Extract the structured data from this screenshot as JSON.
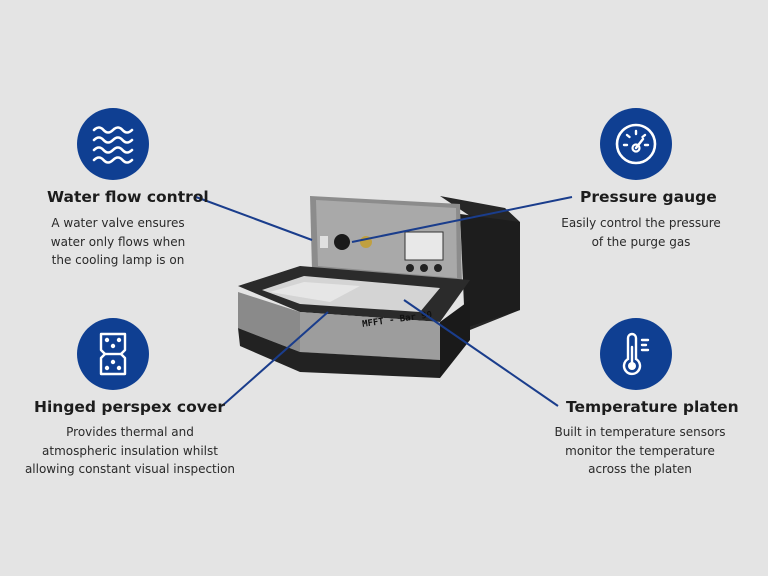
{
  "features": [
    {
      "title": "Water flow control",
      "lines": [
        "A water valve ensures",
        "water only flows when",
        "the cooling lamp is on"
      ],
      "icon": "water-waves-icon"
    },
    {
      "title": "Pressure gauge",
      "lines": [
        "Easily control the pressure",
        "of the purge gas"
      ],
      "icon": "gauge-icon"
    },
    {
      "title": "Hinged perspex cover",
      "lines": [
        "Provides thermal and",
        "atmospheric insulation whilst",
        "allowing constant visual inspection"
      ],
      "icon": "hinge-icon"
    },
    {
      "title": "Temperature platen",
      "lines": [
        "Built in temperature sensors",
        "monitor the temperature",
        "across the platen"
      ],
      "icon": "thermometer-icon"
    }
  ],
  "machine": {
    "label": "MFFT - Bar 90"
  },
  "colors": {
    "accent": "#0f3f92",
    "background": "#e4e4e4",
    "line": "#1a3d8c"
  }
}
